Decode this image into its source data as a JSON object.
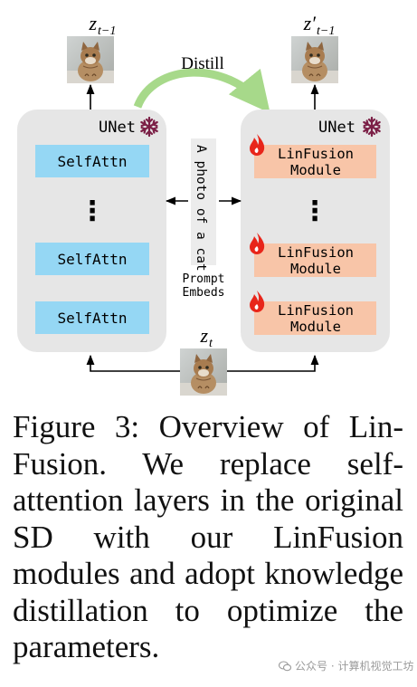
{
  "diagram": {
    "left_unet": {
      "label": "UNet",
      "blocks": [
        "SelfAttn",
        "SelfAttn",
        "SelfAttn"
      ],
      "input_label": "z",
      "input_subscript": "t−1",
      "status_icon": "snowflake-icon"
    },
    "right_unet": {
      "label": "UNet",
      "blocks": [
        "LinFusion\nModule",
        "LinFusion\nModule",
        "LinFusion\nModule"
      ],
      "output_label": "z′",
      "output_subscript": "t−1",
      "status_icon": "snowflake-icon",
      "block_icon": "flame-icon"
    },
    "distill_label": "Distill",
    "prompt_text": "A photo of a cat",
    "prompt_embeds_label": "Prompt\nEmbeds",
    "shared_input_label": "z",
    "shared_input_subscript": "t",
    "ellipsis": "⋮",
    "colors": {
      "unet_bg": "#e6e6e6",
      "selfattn": "#95d7f4",
      "linfusion": "#f8c5a8",
      "distill_arrow": "#a7d98a",
      "flame": "#e8251a",
      "snowflake": "#7b1f46"
    }
  },
  "caption": "Figure 3: Overview of Lin-Fusion. We replace self-attention layers in the original SD with our LinFusion modules and adopt knowledge distillation to optimize the parameters.",
  "watermark": "公众号 · 计算机视觉工坊"
}
